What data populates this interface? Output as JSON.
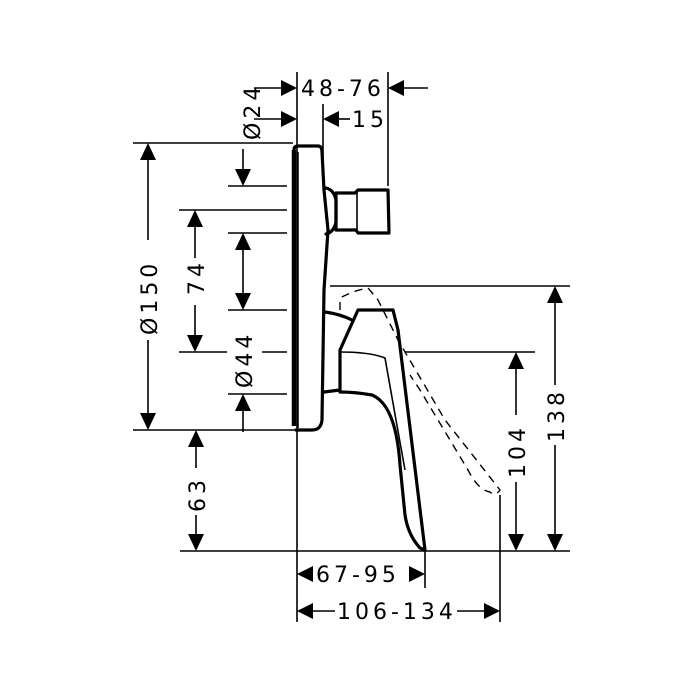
{
  "drawing": {
    "title": "Concealed bath/shower mixer - dimensional drawing",
    "background": "#ffffff",
    "line_color": "#000000",
    "dimensions": {
      "top_depth_range": "48-76",
      "top_offset": "15",
      "top_diameter_small": "Ø24",
      "plate_diameter": "Ø150",
      "vertical_spacing": "74",
      "body_diameter": "Ø44",
      "bottom_height": "63",
      "lever_height_open": "104",
      "lever_height_total": "138",
      "projection_lever": "67-95",
      "projection_lever_open": "106-134"
    }
  }
}
